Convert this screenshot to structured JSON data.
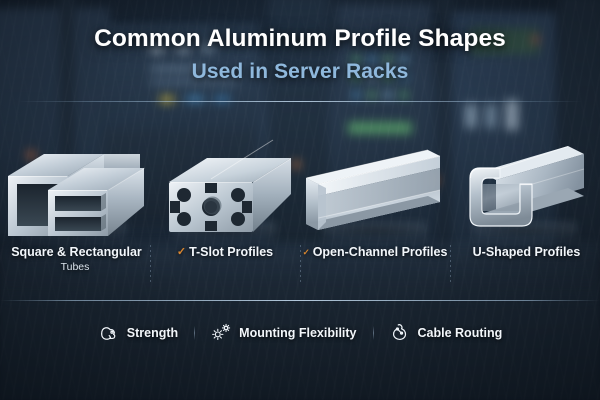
{
  "header": {
    "title": "Common Aluminum Profile Shapes",
    "subtitle": "Used in Server Racks"
  },
  "profiles": [
    {
      "id": "square-rectangular-tubes",
      "shape_icon": "square-rectangular-tube-shape",
      "label": "Square & Rectangular",
      "sublabel": "Tubes",
      "check": ""
    },
    {
      "id": "t-slot-profiles",
      "shape_icon": "t-slot-extrusion-shape",
      "label": "T-Slot Profiles",
      "sublabel": "",
      "check": "✓"
    },
    {
      "id": "open-channel-profiles",
      "shape_icon": "open-channel-shape",
      "label": "Open-Channel Profiles",
      "sublabel": "",
      "check": "✓"
    },
    {
      "id": "u-shaped-profiles",
      "shape_icon": "u-shaped-c-channel-shape",
      "label": "U-Shaped Profiles",
      "sublabel": "",
      "check": ""
    }
  ],
  "features": [
    {
      "id": "strength",
      "icon": "flexed-bicep-icon",
      "label": "Strength"
    },
    {
      "id": "mounting-flexibility",
      "icon": "gears-icon",
      "label": "Mounting Flexibility"
    },
    {
      "id": "cable-routing",
      "icon": "cable-loop-icon",
      "label": "Cable Routing"
    }
  ],
  "colors": {
    "title": "#ffffff",
    "subtitle": "#8fb8dc",
    "check_accent": "#d9862f",
    "background_dark": "#16202c",
    "metal_light": "#e8edf2",
    "metal_mid": "#a8b4bf",
    "metal_dark": "#6c7a88",
    "rule": "#cde4f8"
  }
}
